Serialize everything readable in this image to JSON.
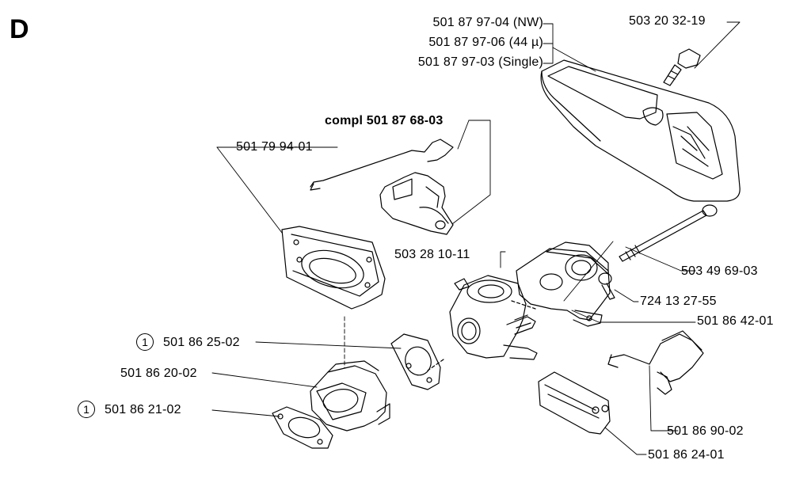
{
  "section": "D",
  "parts": {
    "air_filter_nw": "501 87 97-04 (NW)",
    "air_filter_44": "501 87 97-06 (44 µ)",
    "air_filter_single": "501 87 97-03 (Single)",
    "filter_screw": "503 20 32-19",
    "throttle_assy": "compl 501 87 68-03",
    "plate": "501 79 94-01",
    "carburetor": "503 28 10-11",
    "long_bolt": "503 49 69-03",
    "screw": "724 13 27-55",
    "intake_manifold": "501 86 42-01",
    "gasket_upper": "501 86 25-02",
    "spacer_block": "501 86 20-02",
    "gasket_lower": "501 86 21-02",
    "choke_lever": "501 86 90-02",
    "air_box": "501 86 24-01"
  },
  "note_markers": {
    "gasket_upper": "1",
    "gasket_lower": "1"
  }
}
